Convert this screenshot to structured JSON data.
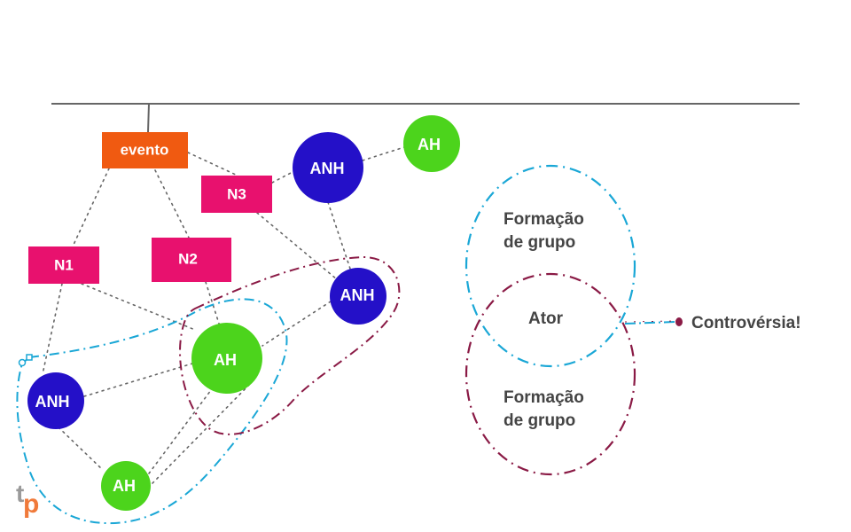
{
  "colors": {
    "event": "#f05a11",
    "norm": "#e8116e",
    "anh": "#2410c8",
    "ah": "#4cd41c",
    "cyan_outline": "#1aa7d6",
    "maroon_outline": "#8a1a45",
    "line": "#666666",
    "text_dark": "#444444",
    "logo_grey": "#9a9a9a",
    "logo_orange": "#f07a3a"
  },
  "diagram": {
    "event_label": "evento",
    "norms": {
      "n1": "N1",
      "n2": "N2",
      "n3": "N3"
    },
    "actors": {
      "anh_top": "ANH",
      "ah_top": "AH",
      "anh_mid": "ANH",
      "ah_center": "AH",
      "anh_left": "ANH",
      "ah_bottom": "AH"
    },
    "venn": {
      "top_label_1": "Formação",
      "top_label_2": "de grupo",
      "center_label": "Ator",
      "bottom_label_1": "Formação",
      "bottom_label_2": "de grupo",
      "controversy_label": "Controvérsia!"
    },
    "logo": {
      "letter_t": "t",
      "letter_p": "p"
    }
  }
}
